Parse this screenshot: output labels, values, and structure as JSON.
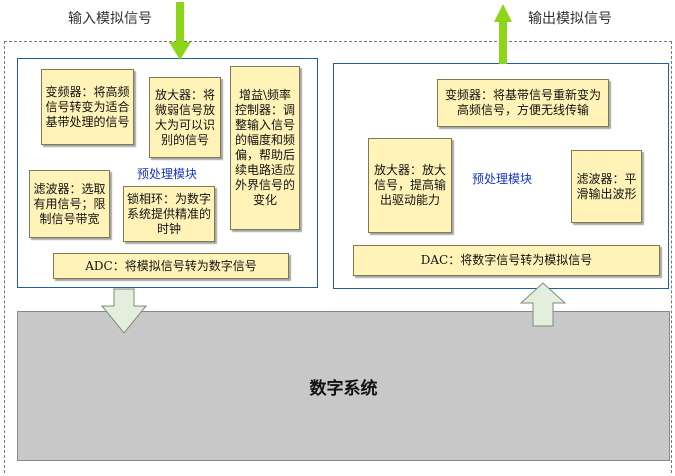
{
  "top": {
    "input_label": "输入模拟信号",
    "output_label": "输出模拟信号"
  },
  "left_panel": {
    "module_label": "预处理模块",
    "converter_bar": "ADC：将模拟信号转为数字信号",
    "notes": [
      "变频器：将高频信号转变为适合基带处理的信号",
      "放大器：将微弱信号放大为可以识别的信号",
      "增益\\频率控制器：调整输入信号的幅度和频偏，帮助后续电路适应外界信号的变化",
      "滤波器：选取有用信号；限制信号带宽",
      "锁相环：为数字系统提供精准的时钟"
    ]
  },
  "right_panel": {
    "module_label": "预处理模块",
    "converter_bar": "DAC：将数字信号转为模拟信号",
    "notes": [
      "变频器：将基带信号重新变为高频信号，方便无线传输",
      "放大器：放大信号，提高输出驱动能力",
      "滤波器：平滑输出波形"
    ]
  },
  "digital_system": {
    "label": "数字系统"
  },
  "colors": {
    "panel_border": "#1f5f9f",
    "note_fill": "#fff3b8",
    "arrow_green": "#8cd617",
    "digital_gray": "#c8c8c8",
    "module_text": "#1535c8"
  }
}
